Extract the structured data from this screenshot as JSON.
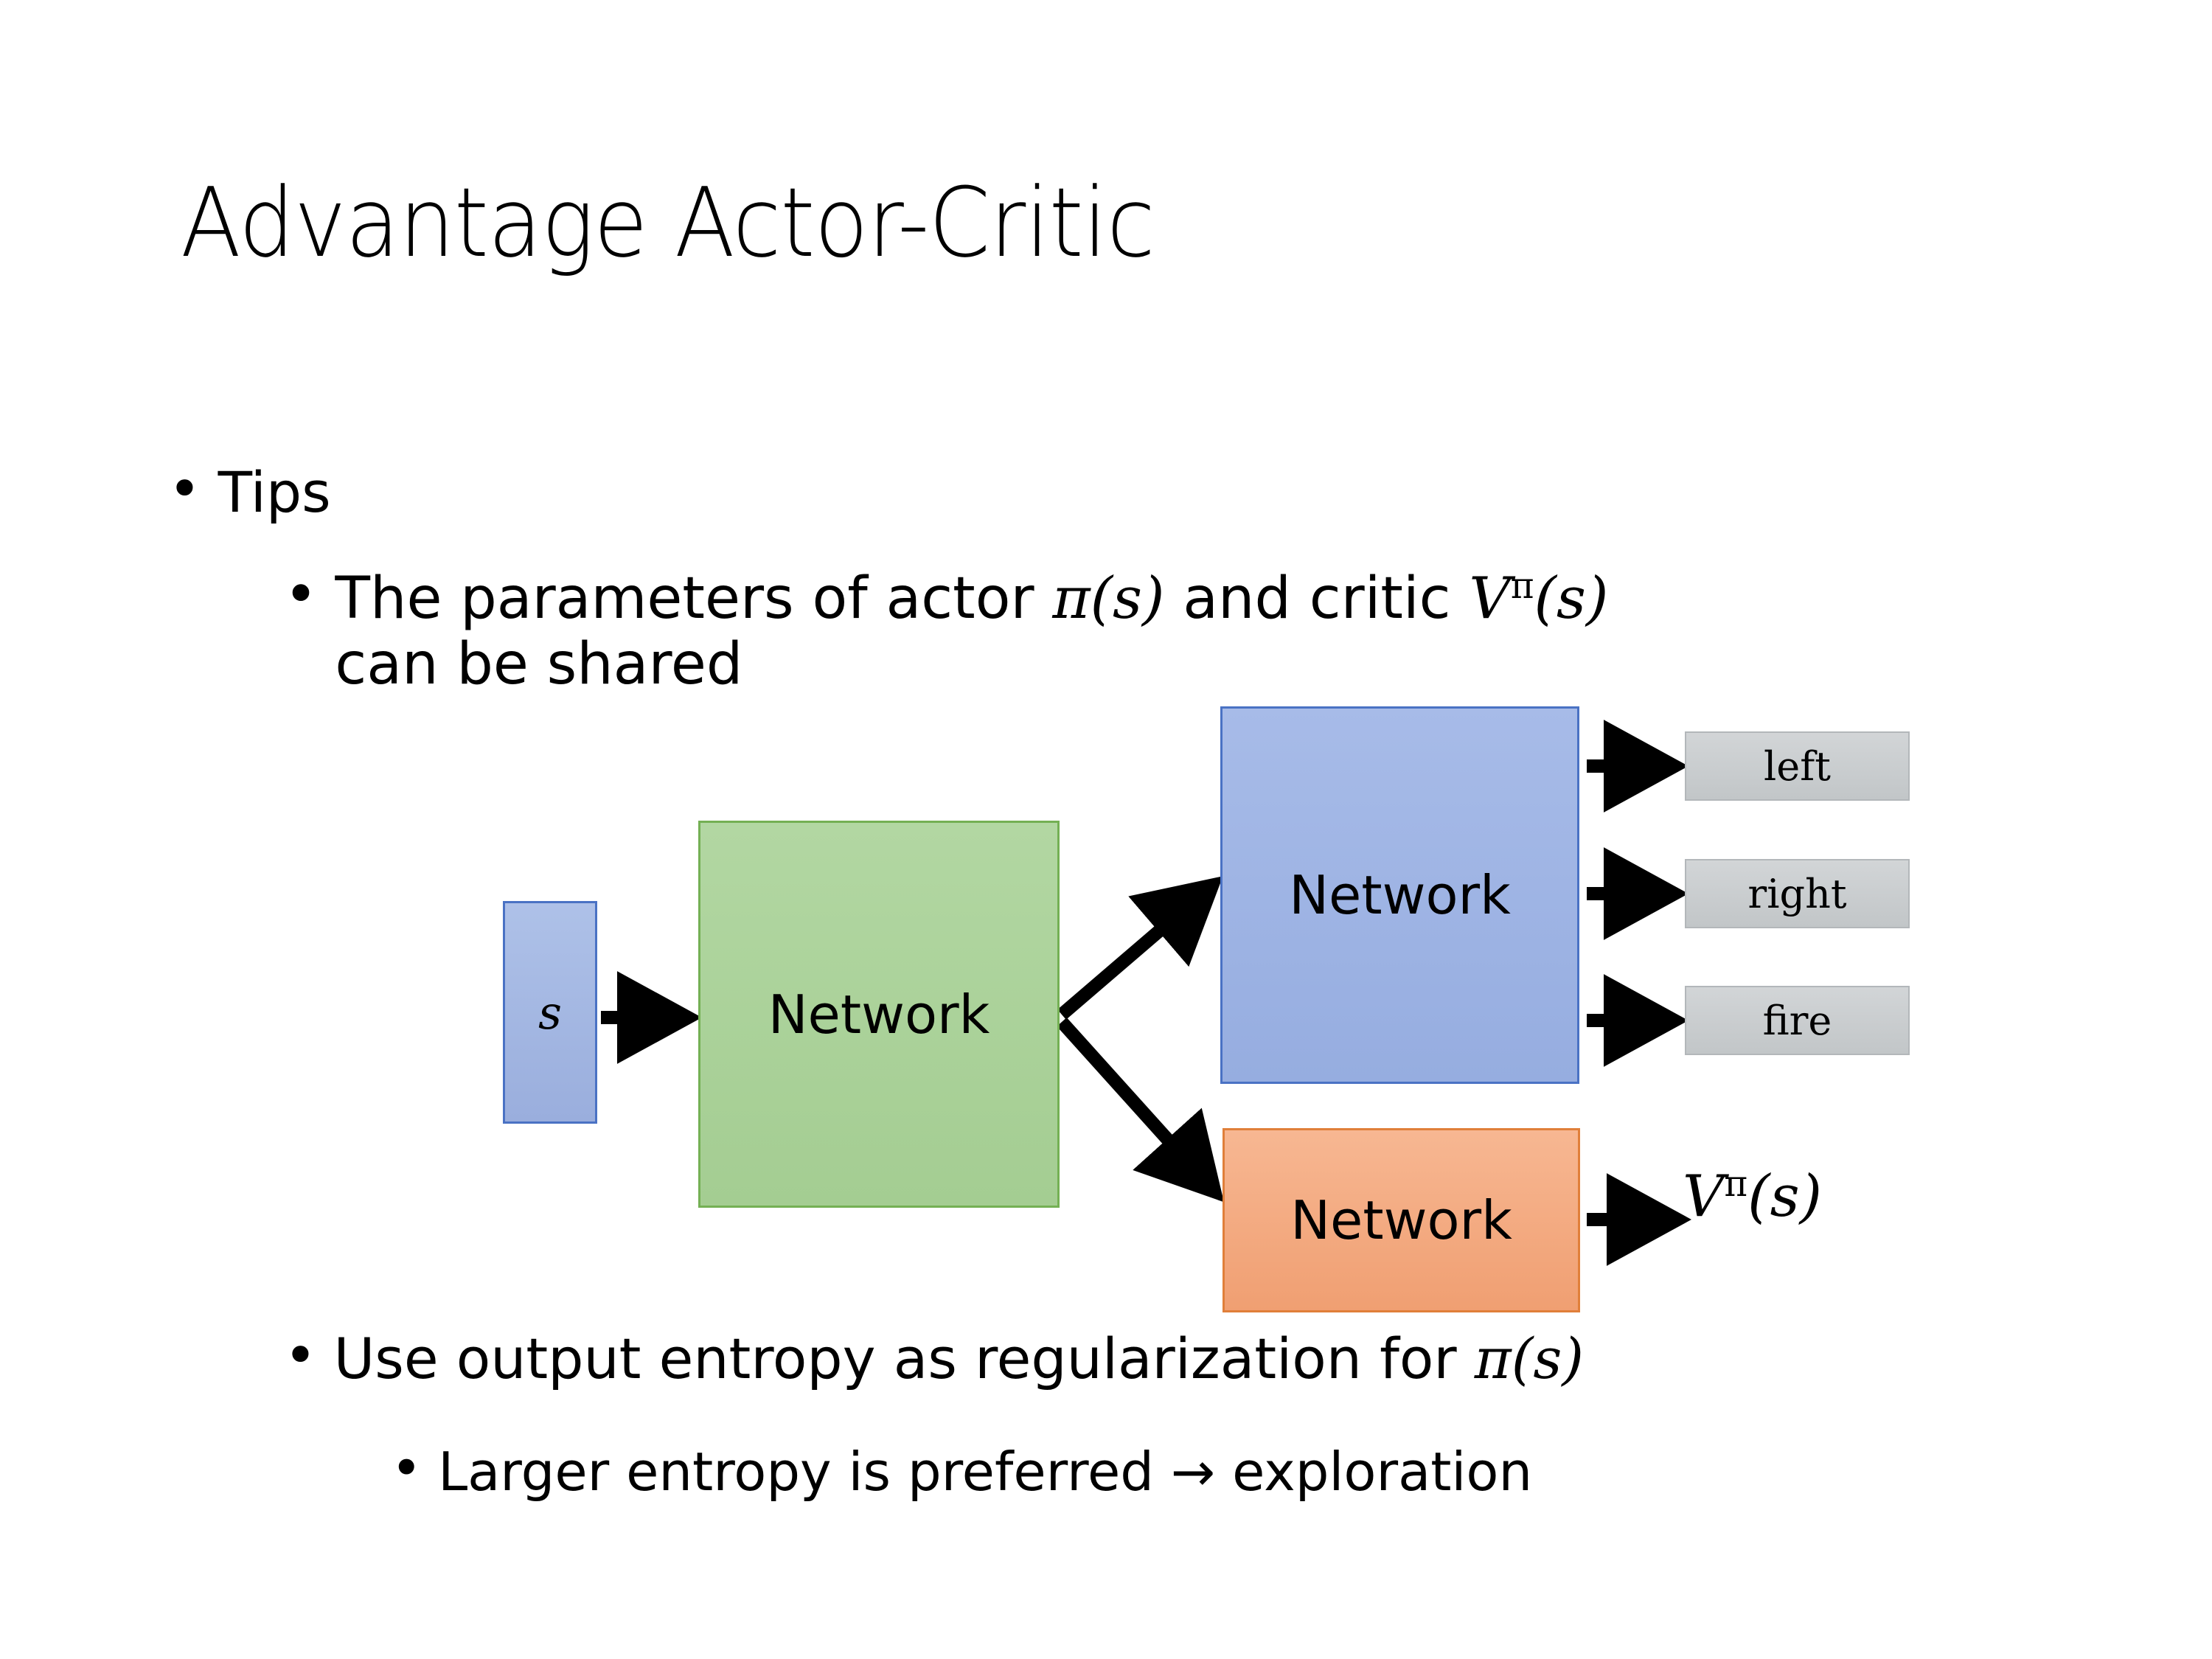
{
  "slide": {
    "title": "Advantage Actor-Critic",
    "background_color": "#FFFFFF"
  },
  "bullets": {
    "tips": {
      "marker": "•",
      "text": "Tips"
    },
    "shared": {
      "marker": "•",
      "text_part1": "The parameters of actor ",
      "math_actor": "π(s)",
      "text_part2": "  and critic ",
      "math_critic_base": "V",
      "math_critic_sup": "π",
      "math_critic_arg": "(s)",
      "text_part3": "can be shared"
    },
    "entropy": {
      "marker": "•",
      "text_part1": "Use output entropy as regularization for ",
      "math": "π(s)"
    },
    "larger": {
      "marker": "•",
      "text": "Larger entropy is preferred → exploration"
    }
  },
  "diagram": {
    "state_node": {
      "label": "s",
      "fill": "#9FB5E3",
      "border": "#4A72C4"
    },
    "shared_network": {
      "label": "Network",
      "fill": "#A9D19A",
      "border": "#74B054"
    },
    "actor_network": {
      "label": "Network",
      "fill": "#9DB3E0",
      "border": "#4A72C4"
    },
    "critic_network": {
      "label": "Network",
      "fill": "#F2A578",
      "border": "#E07F3A"
    },
    "action_outputs": [
      {
        "label": "left",
        "fill": "#C9CCCE"
      },
      {
        "label": "right",
        "fill": "#C9CCCE"
      },
      {
        "label": "fire",
        "fill": "#C9CCCE"
      }
    ],
    "value_output": {
      "base": "V",
      "sup": "π",
      "arg": "(s)"
    },
    "arrow_color": "#000000"
  }
}
